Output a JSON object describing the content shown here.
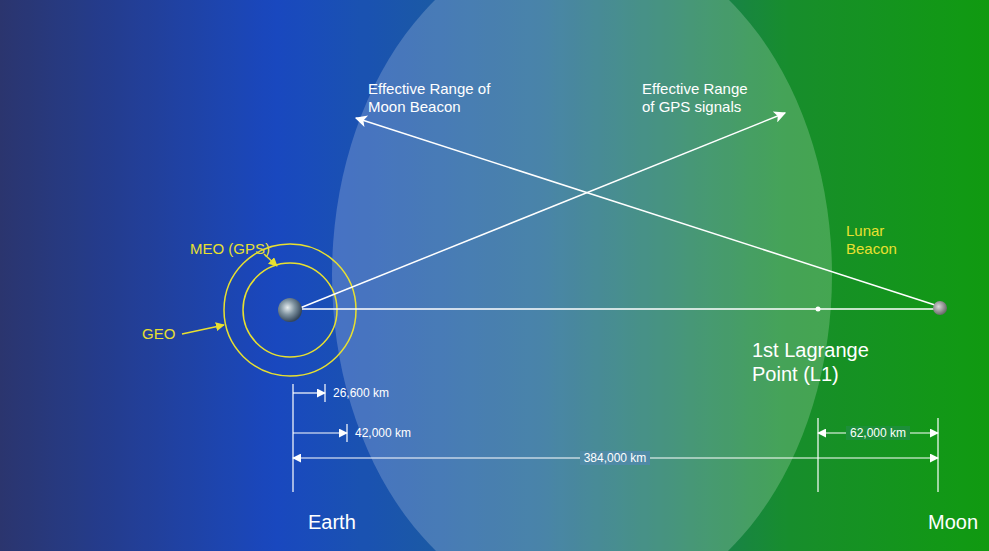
{
  "diagram": {
    "labels": [
      "Effective Range of Moon Beacon",
      "Effective Range of GPS signals",
      "Lunar Beacon",
      "MEO (GPS)",
      "GEO",
      "1st Lagrange Point (L1)",
      "26,600 km",
      "42,000 km",
      "62,000 km",
      "384,000 km",
      "Earth",
      "Moon"
    ]
  }
}
